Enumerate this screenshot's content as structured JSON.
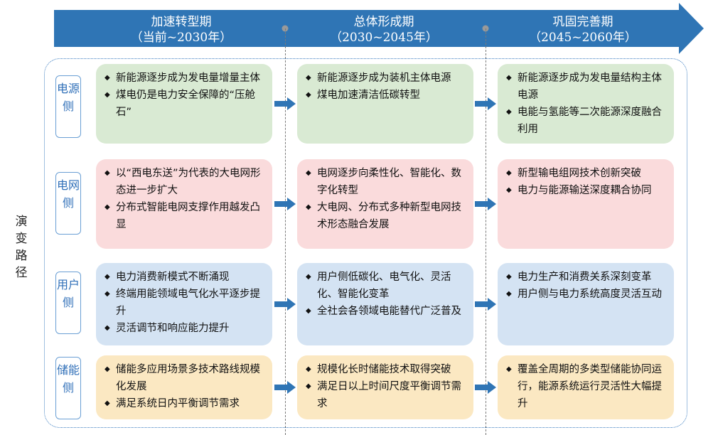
{
  "colors": {
    "timeline_blue": "#2f75b5",
    "accent_blue": "#2f6fb8",
    "green": "#d9ead3",
    "pink": "#fadbdc",
    "blue": "#d4e3f3",
    "yellow": "#fbe8c2"
  },
  "phases": [
    {
      "name": "加速转型期",
      "years": "（当前~2030年）"
    },
    {
      "name": "总体形成期",
      "years": "（2030~2045年）"
    },
    {
      "name": "巩固完善期",
      "years": "（2045~2060年）"
    }
  ],
  "side_title": "演变路径",
  "rows": [
    {
      "label": "电源侧",
      "cells": [
        [
          "新能源逐步成为发电量增量主体",
          "煤电仍是电力安全保障的“压舱石”"
        ],
        [
          "新能源逐步成为装机主体电源",
          "煤电加速清洁低碳转型"
        ],
        [
          "新能源逐步成为发电量结构主体电源",
          "电能与氢能等二次能源深度融合利用"
        ]
      ]
    },
    {
      "label": "电网侧",
      "cells": [
        [
          "以“西电东送”为代表的大电网形态进一步扩大",
          "分布式智能电网支撑作用越发凸显"
        ],
        [
          "电网逐步向柔性化、智能化、数字化转型",
          "大电网、分布式多种新型电网技术形态融合发展"
        ],
        [
          "新型输电组网技术创新突破",
          "电力与能源输送深度耦合协同"
        ]
      ]
    },
    {
      "label": "用户侧",
      "cells": [
        [
          "电力消费新模式不断涌现",
          "终端用能领域电气化水平逐步提升",
          "灵活调节和响应能力提升"
        ],
        [
          "用户侧低碳化、电气化、灵活化、智能化变革",
          "全社会各领域电能替代广泛普及"
        ],
        [
          "电力生产和消费关系深刻变革",
          "用户侧与电力系统高度灵活互动"
        ]
      ]
    },
    {
      "label": "储能侧",
      "cells": [
        [
          "储能多应用场景多技术路线规模化发展",
          "满足系统日内平衡调节需求"
        ],
        [
          "规模化长时储能技术取得突破",
          "满足日以上时间尺度平衡调节需求"
        ],
        [
          "覆盖全周期的多类型储能协同运行，能源系统运行灵活性大幅提升"
        ]
      ]
    }
  ]
}
